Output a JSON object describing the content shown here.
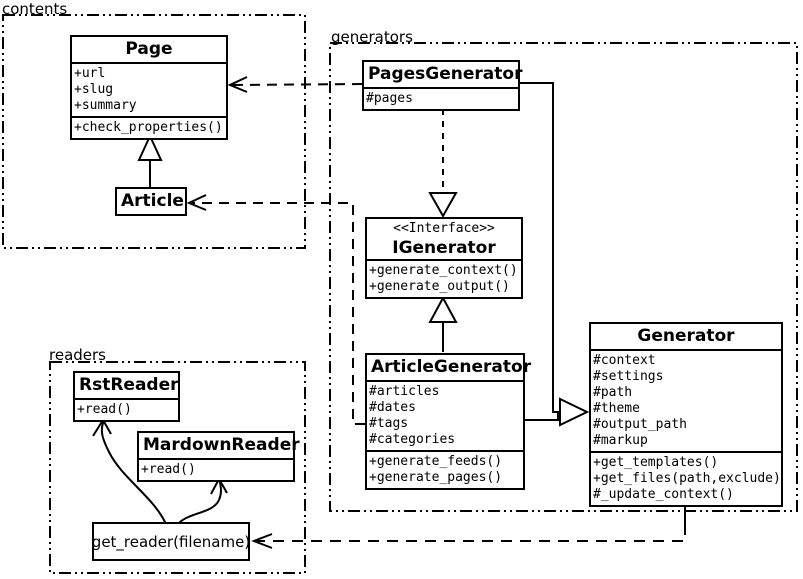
{
  "packages": {
    "contents": {
      "label": "contents"
    },
    "generators": {
      "label": "generators"
    },
    "readers": {
      "label": "readers"
    }
  },
  "classes": {
    "page": {
      "name": "Page",
      "attributes": [
        "+url",
        "+slug",
        "+summary"
      ],
      "methods": [
        "+check_properties()"
      ]
    },
    "article": {
      "name": "Article"
    },
    "pages_generator": {
      "name": "PagesGenerator",
      "attributes": [
        "#pages"
      ]
    },
    "igenerator": {
      "stereotype": "<<Interface>>",
      "name": "IGenerator",
      "methods": [
        "+generate_context()",
        "+generate_output()"
      ]
    },
    "article_generator": {
      "name": "ArticleGenerator",
      "attributes": [
        "#articles",
        "#dates",
        "#tags",
        "#categories"
      ],
      "methods": [
        "+generate_feeds()",
        "+generate_pages()"
      ]
    },
    "generator": {
      "name": "Generator",
      "attributes": [
        "#context",
        "#settings",
        "#path",
        "#theme",
        "#output_path",
        "#markup"
      ],
      "methods": [
        "+get_templates()",
        "+get_files(path,exclude)",
        "#_update_context()"
      ]
    },
    "rst_reader": {
      "name": "RstReader",
      "methods": [
        "+read()"
      ]
    },
    "mardown_reader": {
      "name": "MardownReader",
      "methods": [
        "+read()"
      ]
    },
    "get_reader": {
      "label": "get_reader(filename)"
    }
  },
  "relationships": [
    {
      "from": "Article",
      "to": "Page",
      "type": "generalization"
    },
    {
      "from": "PagesGenerator",
      "to": "Page",
      "type": "dependency"
    },
    {
      "from": "ArticleGenerator",
      "to": "Article",
      "type": "dependency"
    },
    {
      "from": "PagesGenerator",
      "to": "IGenerator",
      "type": "realization"
    },
    {
      "from": "ArticleGenerator",
      "to": "IGenerator",
      "type": "generalization"
    },
    {
      "from": "PagesGenerator",
      "to": "Generator",
      "type": "generalization"
    },
    {
      "from": "ArticleGenerator",
      "to": "Generator",
      "type": "generalization"
    },
    {
      "from": "Generator",
      "to": "get_reader(filename)",
      "type": "dependency"
    },
    {
      "from": "get_reader(filename)",
      "to": "RstReader",
      "type": "call"
    },
    {
      "from": "get_reader(filename)",
      "to": "MardownReader",
      "type": "call"
    }
  ],
  "colors": {
    "background": "#ffffff",
    "stroke": "#000000",
    "text": "#000000"
  }
}
